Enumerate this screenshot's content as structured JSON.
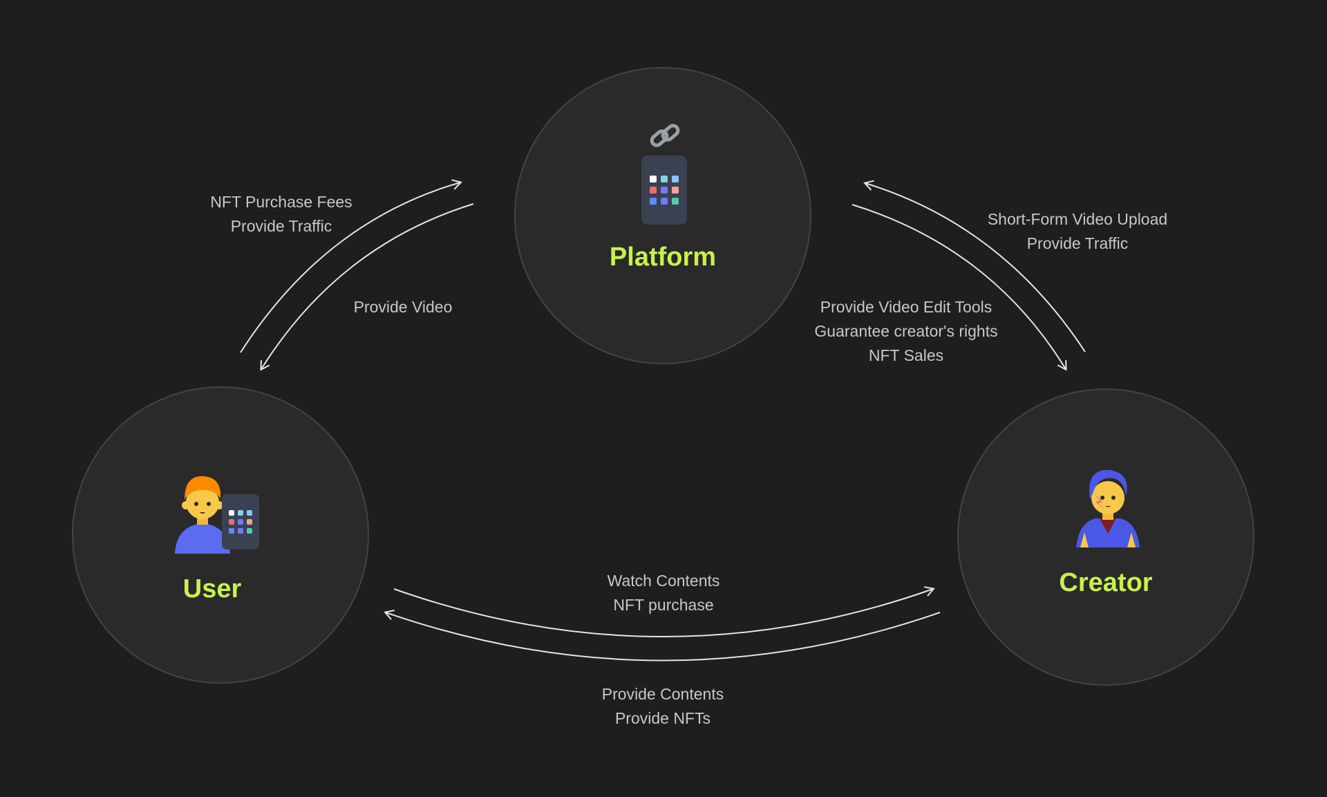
{
  "colors": {
    "background": "#1e1e1e",
    "node_fill": "#2a2a2a",
    "node_border": "#444444",
    "title_accent": "#c9f14d",
    "edge_text": "#c8c8c8",
    "arrow": "#e6e6e6"
  },
  "nodes": {
    "platform": {
      "title": "Platform",
      "icons": [
        "link-icon",
        "app-grid-icon"
      ]
    },
    "user": {
      "title": "User",
      "icons": [
        "person-with-tablet-icon"
      ]
    },
    "creator": {
      "title": "Creator",
      "icons": [
        "creator-avatar-icon"
      ]
    }
  },
  "edges": {
    "user_to_platform": {
      "from": "User",
      "to": "Platform",
      "lines": [
        "NFT Purchase Fees",
        "Provide Traffic"
      ]
    },
    "platform_to_user": {
      "from": "Platform",
      "to": "User",
      "lines": [
        "Provide Video"
      ]
    },
    "creator_to_platform": {
      "from": "Creator",
      "to": "Platform",
      "lines": [
        "Short-Form Video Upload",
        "Provide Traffic"
      ]
    },
    "platform_to_creator": {
      "from": "Platform",
      "to": "Creator",
      "lines": [
        "Provide Video Edit Tools",
        "Guarantee creator's rights",
        "NFT Sales"
      ]
    },
    "user_to_creator": {
      "from": "User",
      "to": "Creator",
      "lines": [
        "Watch Contents",
        "NFT purchase"
      ]
    },
    "creator_to_user": {
      "from": "Creator",
      "to": "User",
      "lines": [
        "Provide Contents",
        "Provide NFTs"
      ]
    }
  }
}
